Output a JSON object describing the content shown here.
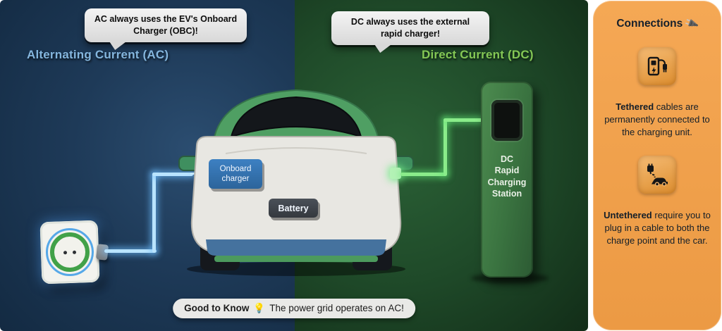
{
  "scene": {
    "ac": {
      "bubble": "AC always uses the EV's Onboard Charger (OBC)!",
      "heading": "Alternating Current (AC)"
    },
    "dc": {
      "bubble": "DC always uses the external rapid charger!",
      "heading": "Direct Current (DC)"
    },
    "car": {
      "onboard_charger_label": "Onboard charger",
      "battery_label": "Battery"
    },
    "station": {
      "label": "DC Rapid Charging Station"
    },
    "good_to_know": {
      "bold": "Good to Know",
      "icon": "💡",
      "text": "The power grid operates on AC!"
    }
  },
  "panel": {
    "title": "Connections",
    "title_icon": "🔌",
    "tethered": {
      "lead": "Tethered",
      "rest": " cables are permanently connected to the charging unit."
    },
    "untethered": {
      "lead": "Untethered",
      "rest": " require you to plug in a cable to both the charge point and the car."
    }
  },
  "colors": {
    "ac_background_blue": "#1e3a58",
    "dc_background_green": "#1f4a29",
    "ac_cable": "#b9e4ff",
    "dc_cable": "#8aec8a",
    "onboard_box_blue": "#2f6fae",
    "panel_orange": "#f2a04e"
  }
}
